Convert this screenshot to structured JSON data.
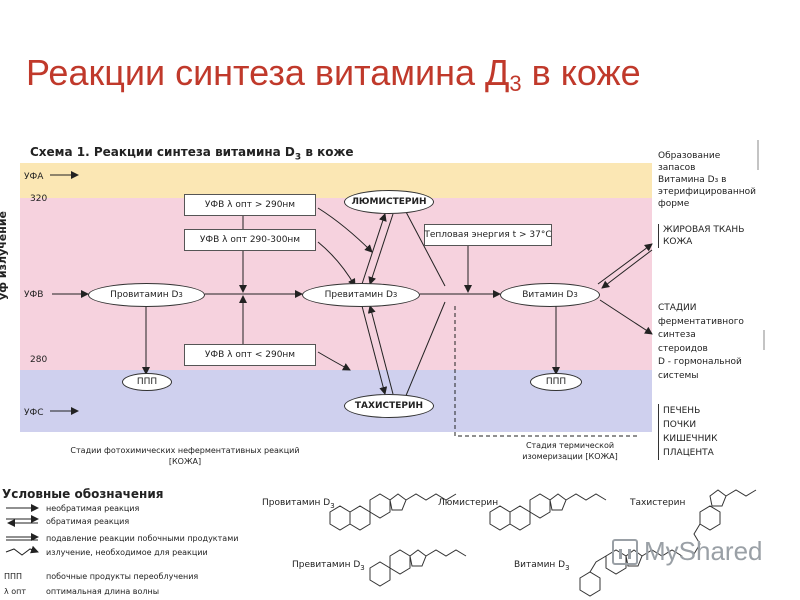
{
  "title": {
    "text": "Реакции синтеза витамина Д",
    "sub": "3",
    "suffix": " в коже"
  },
  "scheme": {
    "title": "Схема 1.  Реакции синтеза витамина D",
    "title_sub": "3",
    "title_suffix": " в коже"
  },
  "axis": {
    "vertical_label": "уф излучение",
    "ufa": "УФА",
    "ufb": "УФВ",
    "ufc": "УФС",
    "n320": "320",
    "n280": "280"
  },
  "nodes": {
    "provitamin": {
      "text": "Провитамин D",
      "sub": "3"
    },
    "previtamin": {
      "text": "Превитамин D",
      "sub": "3"
    },
    "vitamin": {
      "text": "Витамин D",
      "sub": "3"
    },
    "lumisterin": "ЛЮМИСТЕРИН",
    "tachisterin": "ТАХИСТЕРИН",
    "ppp1": "ППП",
    "ppp2": "ППП"
  },
  "boxes": {
    "uv_gt290": "УФВ λ опт > 290нм",
    "uv_290_300": "УФВ λ опт 290-300нм",
    "uv_lt290": "УФВ λ опт < 290нм",
    "thermal": "Тепловая энергия t > 37°С"
  },
  "stages": {
    "photo_line1": "Стадии фотохимических неферментативных реакций",
    "photo_line2": "[КОЖА]",
    "thermal_line1": "Стадия термической",
    "thermal_line2": "изомеризации  [КОЖА]"
  },
  "right_column": {
    "storage": [
      "Образование",
      "запасов",
      "Витамина D₃ в",
      "этерифицированной",
      "форме"
    ],
    "tissue": [
      "ЖИРОВАЯ ТКАНЬ",
      "КОЖА"
    ],
    "enzymatic": [
      "СТАДИИ",
      "ферментативного",
      "синтеза",
      "стероидов",
      "D - гормональной",
      "системы"
    ],
    "organs": [
      "ПЕЧЕНЬ",
      "ПОЧКИ",
      "КИШЕЧНИК",
      "ПЛАЦЕНТА"
    ]
  },
  "legend": {
    "title": "Условные обозначения",
    "items": [
      "необратимая реакция",
      "обратимая реакция",
      "подавление реакции побочными продуктами",
      "излучение, необходимое для реакции",
      "побочные продукты переоблучения",
      "оптимальная длина волны"
    ],
    "ppp": "ППП",
    "lambda": "λ опт"
  },
  "molecules": {
    "provitamin": {
      "text": "Провитамин D",
      "sub": "3"
    },
    "lumisterin": "Люмистерин",
    "tachisterin": "Тахистерин",
    "previtamin": {
      "text": "Превитамин D",
      "sub": "3"
    },
    "vitamin": {
      "text": "Витамин D",
      "sub": "3"
    }
  },
  "watermark": "MyShared",
  "colors": {
    "title": "#c0392b",
    "band_uva": "#fbe7b4",
    "band_uvb": "#f6d2de",
    "band_uvc": "#cfd0ee"
  }
}
